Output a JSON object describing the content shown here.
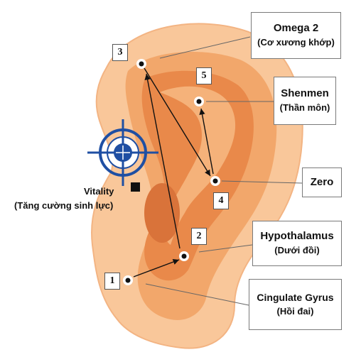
{
  "labels": {
    "omega2": {
      "name": "Omega 2",
      "sub": "(Cơ xương khớp)"
    },
    "shenmen": {
      "name": "Shenmen",
      "sub": "(Thần môn)"
    },
    "zero": {
      "name": "Zero"
    },
    "hypothalamus": {
      "name": "Hypothalamus",
      "sub": "(Dưới đồi)"
    },
    "cingulate": {
      "name": "Cingulate Gyrus",
      "sub": "(Hồi đai)"
    },
    "vitality": {
      "name": "Vitality",
      "sub": "(Tăng cường sinh lực)"
    }
  },
  "points": [
    "1",
    "2",
    "3",
    "4",
    "5"
  ],
  "colors": {
    "ear_outer": "#f9c79a",
    "ear_mid": "#f2a76b",
    "ear_inner": "#e9894a",
    "target_blue": "#1f4fa3"
  }
}
